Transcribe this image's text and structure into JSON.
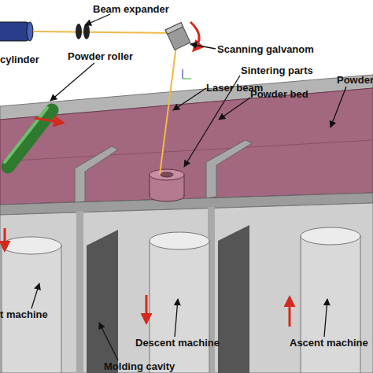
{
  "diagram": {
    "labels": [
      "Beam expander",
      "Scanning galvanom",
      "cylinder",
      "Powder roller",
      "Laser beam",
      "Sintering parts",
      "Powder bed",
      "Powder",
      "t machine",
      "Descent machine",
      "Ascent machine",
      "Molding cavity"
    ]
  }
}
